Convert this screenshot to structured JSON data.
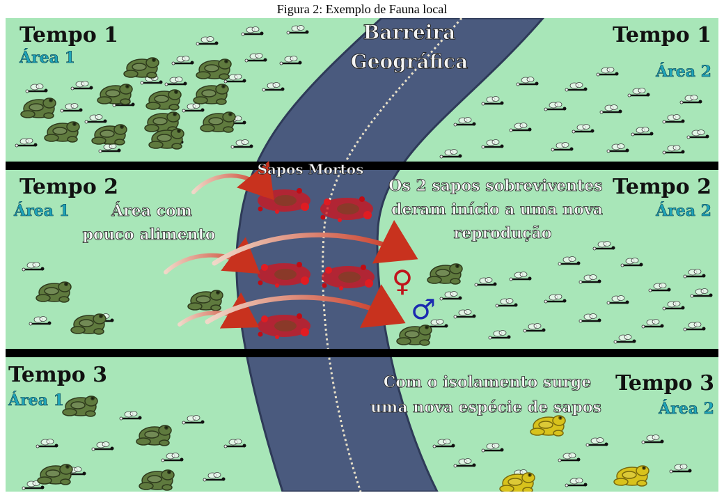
{
  "caption": "Figura 2: Exemplo de Fauna local",
  "colors": {
    "background": "#a8e6b8",
    "road": "#4a5a7e",
    "road_edge": "#2e3a58",
    "divider": "#000000",
    "frog_green": "#5f7a3e",
    "frog_yellow": "#d8c21c",
    "blood": "#d4141c",
    "arrow": "#c8321e",
    "female": "#c0141c",
    "male": "#1a2ab0",
    "area_text": "#1fa4b8"
  },
  "road_label": [
    "Barreira",
    "Geográfica"
  ],
  "panels": [
    {
      "tempo": "Tempo 1",
      "area_left": "Área 1",
      "area_right": "Área 2"
    },
    {
      "tempo": "Tempo 2",
      "area_left": "Área 1",
      "area_right": "Área 2"
    },
    {
      "tempo": "Tempo 3",
      "area_left": "Área 1",
      "area_right": "Área 2"
    }
  ],
  "annotations": {
    "dead_frogs": "Sapos Mortos",
    "low_food": [
      "Área com",
      "pouco alimento"
    ],
    "survivors": [
      "Os 2 sapos sobreviventes",
      "deram início a uma nova",
      "reprodução"
    ],
    "new_species": [
      "Com o isolamento surge",
      "uma nova espécie de sapos"
    ]
  },
  "symbols": {
    "female": "♀",
    "male": "♂"
  },
  "icons": [
    "frog-icon",
    "fly-icon",
    "blood-splatter-icon",
    "arrow-icon"
  ]
}
